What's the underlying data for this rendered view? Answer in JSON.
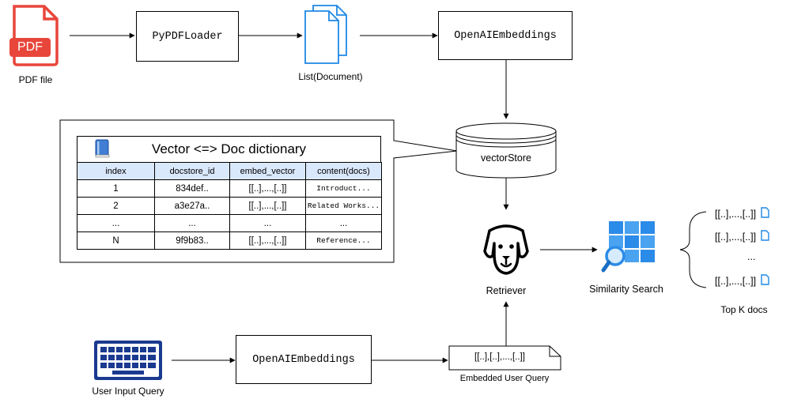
{
  "pdf_icon": {
    "text": "PDF",
    "label": "PDF file"
  },
  "loader": {
    "label": "PyPDFLoader"
  },
  "documents": {
    "label": "List(Document)"
  },
  "embeddings_top": {
    "label": "OpenAIEmbeddings"
  },
  "vectorstore": {
    "label": "vectorStore"
  },
  "dictionary": {
    "title": "Vector <=> Doc dictionary",
    "headers": [
      "index",
      "docstore_id",
      "embed_vector",
      "content(docs)"
    ],
    "rows": [
      [
        "1",
        "834def..",
        "[[..],...,[..]]",
        "Introduct..."
      ],
      [
        "2",
        "a3e27a..",
        "[[..],...,[..]]",
        "Related Works..."
      ],
      [
        "...",
        "...",
        "...",
        "..."
      ],
      [
        "N",
        "9f9b83..",
        "[[..],...,[..]]",
        "Reference..."
      ]
    ]
  },
  "retriever": {
    "label": "Retriever"
  },
  "similarity": {
    "label": "Similarity Search"
  },
  "topk": {
    "items": [
      "[[..],...,[..]]",
      "[[..],...,[..]]",
      "...",
      "[[..],...,[..]]"
    ],
    "label": "Top K docs"
  },
  "user_query": {
    "label": "User Input Query"
  },
  "embeddings_bottom": {
    "label": "OpenAIEmbeddings"
  },
  "embedded_query": {
    "value": "[[..],[..],...,[..]]",
    "label": "Embedded User Query"
  },
  "colors": {
    "pdf_red": "#e8463b",
    "doc_blue": "#1e88e5",
    "table_header": "#dae8fc",
    "keyboard_navy": "#1a3a8f",
    "grid_blue": "#2b8be8"
  }
}
